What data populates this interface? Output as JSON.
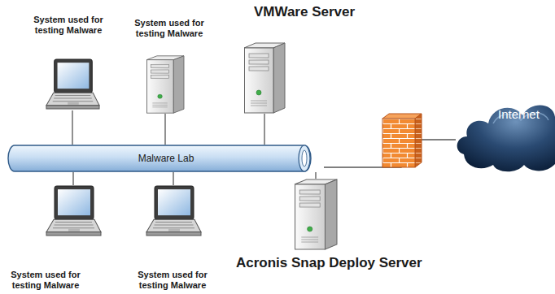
{
  "diagram": {
    "nodes": [
      {
        "text": [
          "System used for testing Malware"
        ]
      },
      {
        "text": [
          "System used for testing Malware"
        ]
      },
      {
        "text": [
          "VMWare Server"
        ]
      },
      {
        "text": [
          "Malware Lab"
        ]
      },
      {
        "text": [
          "Internet"
        ]
      },
      {
        "text": [
          "System used for testing Malware"
        ]
      },
      {
        "text": [
          "System used for testing Malware"
        ]
      },
      {
        "text": [
          "Acronis Snap Deploy Server"
        ]
      }
    ],
    "edges": [
      {
        "from": 0,
        "to": 3,
        "arrow": "none"
      },
      {
        "from": 1,
        "to": 3,
        "arrow": "none"
      },
      {
        "from": 2,
        "to": 3,
        "arrow": "none"
      },
      {
        "from": 3,
        "to": 4,
        "arrow": "none"
      },
      {
        "from": 3,
        "to": 5,
        "arrow": "none"
      },
      {
        "from": 3,
        "to": 6,
        "arrow": "none"
      },
      {
        "from": 3,
        "to": 7,
        "arrow": "none"
      }
    ]
  }
}
